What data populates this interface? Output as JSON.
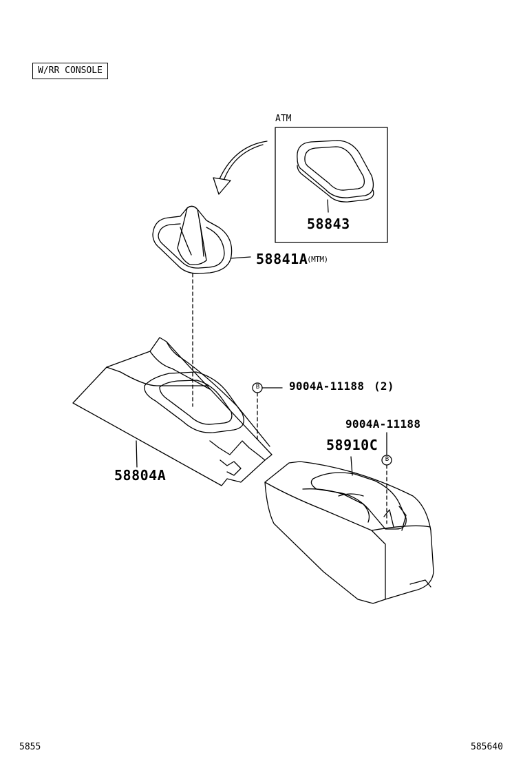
{
  "variant_label": "W/RR CONSOLE",
  "inset": {
    "label": "ATM",
    "part_number": "58843"
  },
  "parts": {
    "shift_boot": {
      "number": "58841A",
      "suffix": "(MTM)"
    },
    "front_console": {
      "number": "58804A"
    },
    "rear_console": {
      "number": "58910C"
    },
    "screw_front": {
      "number": "9004A-11188",
      "qty": "(2)"
    },
    "screw_rear": {
      "number": "9004A-11188"
    }
  },
  "fastener_marker": "B",
  "footer": {
    "left_code": "5855",
    "right_code": "585640"
  },
  "colors": {
    "line": "#000000",
    "background": "#ffffff"
  }
}
